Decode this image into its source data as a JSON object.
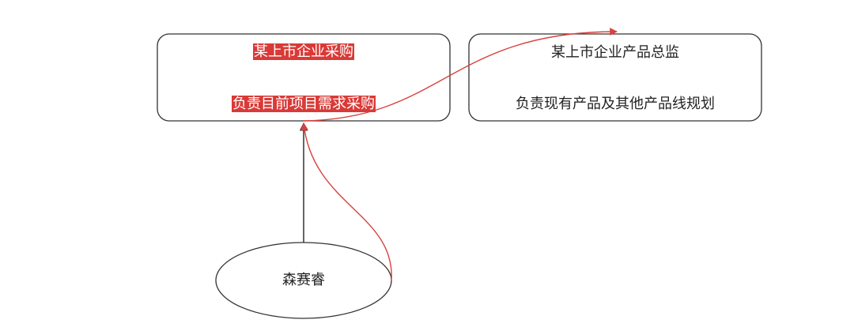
{
  "nodes": {
    "buyer": {
      "title": "某上市企业采购",
      "role": "负责目前项目需求采购"
    },
    "product_director": {
      "title": "某上市企业产品总监",
      "role": "负责现有产品及其他产品线规划"
    },
    "person": {
      "name": "森赛睿"
    }
  },
  "colors": {
    "highlight": "#d93a37",
    "edge_red": "#d9413d",
    "edge_black": "#333333"
  }
}
